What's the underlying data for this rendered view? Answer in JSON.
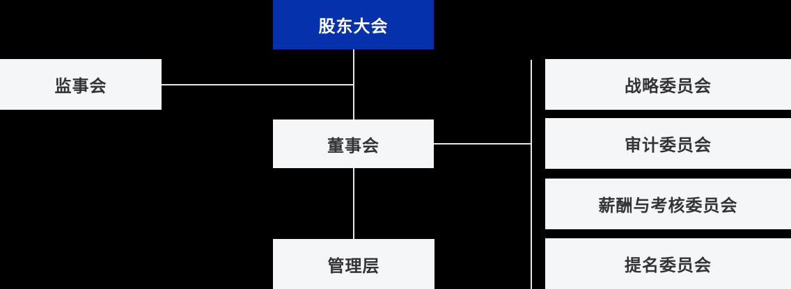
{
  "colors": {
    "background": "#000000",
    "root_box_fill": "#0531AC",
    "root_box_text": "#FFFFFF",
    "box_fill": "#F5F6F8",
    "box_text": "#333333",
    "connector_line": "#E8E8E8"
  },
  "org_chart": {
    "root": {
      "label": "股东大会"
    },
    "supervisory_board": {
      "label": "监事会"
    },
    "board_of_directors": {
      "label": "董事会"
    },
    "management": {
      "label": "管理层"
    },
    "committees": [
      {
        "label": "战略委员会"
      },
      {
        "label": "审计委员会"
      },
      {
        "label": "薪酬与考核委员会"
      },
      {
        "label": "提名委员会"
      }
    ]
  }
}
